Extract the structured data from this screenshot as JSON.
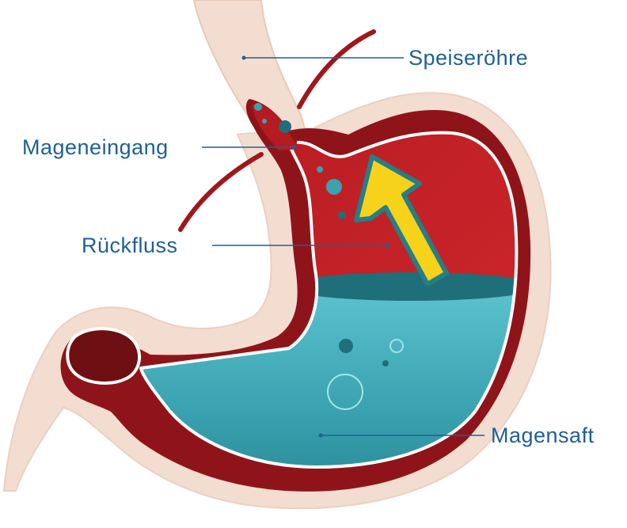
{
  "labels": {
    "esophagus": "Speiseröhre",
    "cardia": "Mageneingang",
    "reflux": "Rückfluss",
    "gastric_juice": "Magensaft"
  },
  "colors": {
    "outer_tissue": "#f3ddd0",
    "wall": "#8f1419",
    "inner_red": "#c42026",
    "juice_teal": "#3aa3b0",
    "juice_dark": "#1e6f7a",
    "arrow_yellow": "#f6d21a",
    "arrow_outline": "#247f86",
    "label_blue": "#1f5f95"
  }
}
